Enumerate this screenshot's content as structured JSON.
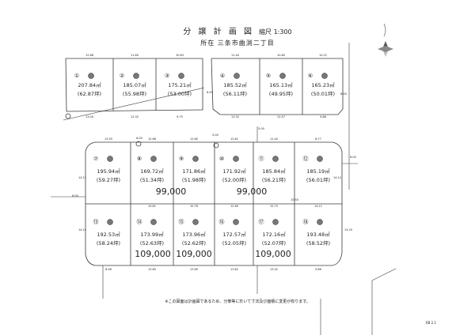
{
  "title": "分 譲 計 画 図",
  "scale": "縮尺 1:300",
  "location": "所在  三条市曲渕二丁目",
  "note": "※この図面は計画図であるため、分筆等に於いて寸法及び面積に変更が有ります。",
  "doc_code": "KB 2.1",
  "colors": {
    "line": "#3a3a3a",
    "text": "#222222"
  },
  "upper_lots": [
    {
      "no": "①",
      "area": "207.84㎡",
      "tsubo": "(62.87坪)"
    },
    {
      "no": "②",
      "area": "185.07㎡",
      "tsubo": "(55.98坪)"
    },
    {
      "no": "③",
      "area": "175.21㎡",
      "tsubo": "(53.00坪)"
    },
    {
      "no": "④",
      "area": "185.52㎡",
      "tsubo": "(56.11坪)"
    },
    {
      "no": "⑤",
      "area": "165.13㎡",
      "tsubo": "(49.95坪)"
    },
    {
      "no": "⑥",
      "area": "165.23㎡",
      "tsubo": "(50.01坪)"
    }
  ],
  "middle_lots": [
    {
      "no": "⑦",
      "area": "195.94㎡",
      "tsubo": "(59.27坪)"
    },
    {
      "no": "⑧",
      "area": "169.72㎡",
      "tsubo": "(51.34坪)"
    },
    {
      "no": "⑨",
      "area": "171.86㎡",
      "tsubo": "(51.98坪)"
    },
    {
      "no": "⑩",
      "area": "171.92㎡",
      "tsubo": "(52.00坪)"
    },
    {
      "no": "⑪",
      "area": "185.84㎡",
      "tsubo": "(56.21坪)"
    },
    {
      "no": "⑫",
      "area": "185.19㎡",
      "tsubo": "(56.01坪)"
    }
  ],
  "lower_lots": [
    {
      "no": "⑬",
      "area": "192.53㎡",
      "tsubo": "(58.24坪)"
    },
    {
      "no": "⑭",
      "area": "173.99㎡",
      "tsubo": "(52.63坪)"
    },
    {
      "no": "⑮",
      "area": "173.96㎡",
      "tsubo": "(52.62坪)"
    },
    {
      "no": "⑯",
      "area": "172.57㎡",
      "tsubo": "(52.05坪)"
    },
    {
      "no": "⑰",
      "area": "172.16㎡",
      "tsubo": "(52.07坪)"
    },
    {
      "no": "⑱",
      "area": "193.48㎡",
      "tsubo": "(58.52坪)"
    }
  ],
  "prices": [
    "99,000",
    "99,000",
    "109,000",
    "109,000",
    "109,000"
  ],
  "dimensions": {
    "top_row": [
      "12.68",
      "11.60",
      "10.63",
      "11.40",
      "10.60",
      "10.22"
    ],
    "upper_bottom": [
      "13.00",
      "12.32",
      "9.75",
      "13.32",
      "12.57",
      "9.86"
    ],
    "middle_top": [
      "13.55",
      "12.66",
      "12.80",
      "12.61",
      "11.40",
      "8.77"
    ],
    "middle_mid": [
      "10.61",
      "10.76",
      "12.60",
      "12.73",
      "14.11"
    ],
    "lower_bottom": [
      "8.48",
      "13.65",
      "13.69",
      "13.62",
      "13.02",
      "9.86"
    ],
    "side": [
      "6.00",
      "6.00",
      "6.00",
      "5.00",
      "5.00",
      "6.00",
      "6.00",
      "14.11",
      "14.14",
      "14.20",
      "14.12",
      "10.50"
    ]
  }
}
